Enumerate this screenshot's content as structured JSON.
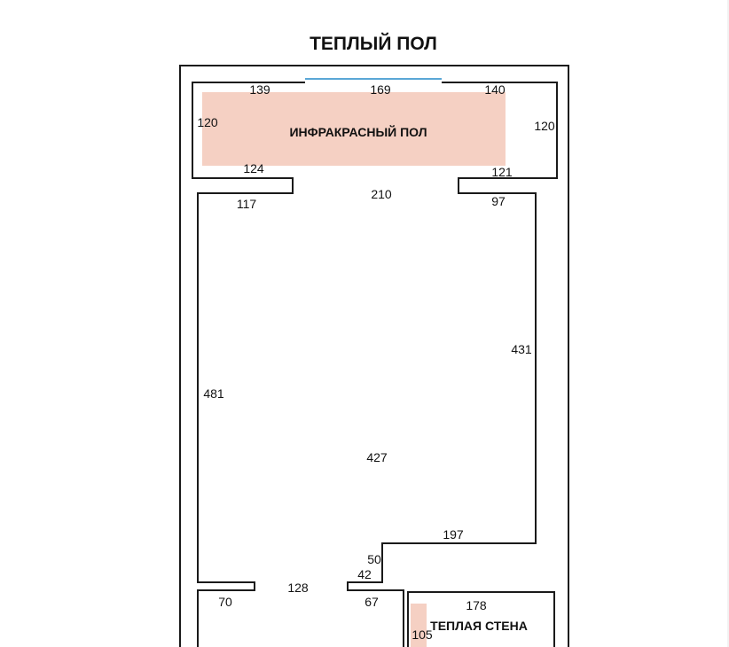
{
  "title": "ТЕПЛЫЙ ПОЛ",
  "zones": {
    "infrared_floor": "ИНФРАКРАСНЫЙ ПОЛ",
    "warm_wall": "ТЕПЛАЯ СТЕНА"
  },
  "colors": {
    "heated": "#f5d0c3",
    "window": "#5aa7d6",
    "wall": "#1a1a1a"
  },
  "dimensions": {
    "top_left": "139",
    "window": "169",
    "top_right": "140",
    "left_top_room": "120",
    "right_top_room": "120",
    "bottom_left_top_room": "124",
    "bottom_right_top_room": "121",
    "opening": "210",
    "ledge_left": "117",
    "ledge_right": "97",
    "right_wall": "431",
    "left_wall": "481",
    "room_width": "427",
    "step_horizontal": "197",
    "step_vertical": "50",
    "door_jamb": "42",
    "doorway": "128",
    "left_stub": "70",
    "right_stub": "67",
    "warm_room_width": "178",
    "warm_wall_length": "105"
  }
}
